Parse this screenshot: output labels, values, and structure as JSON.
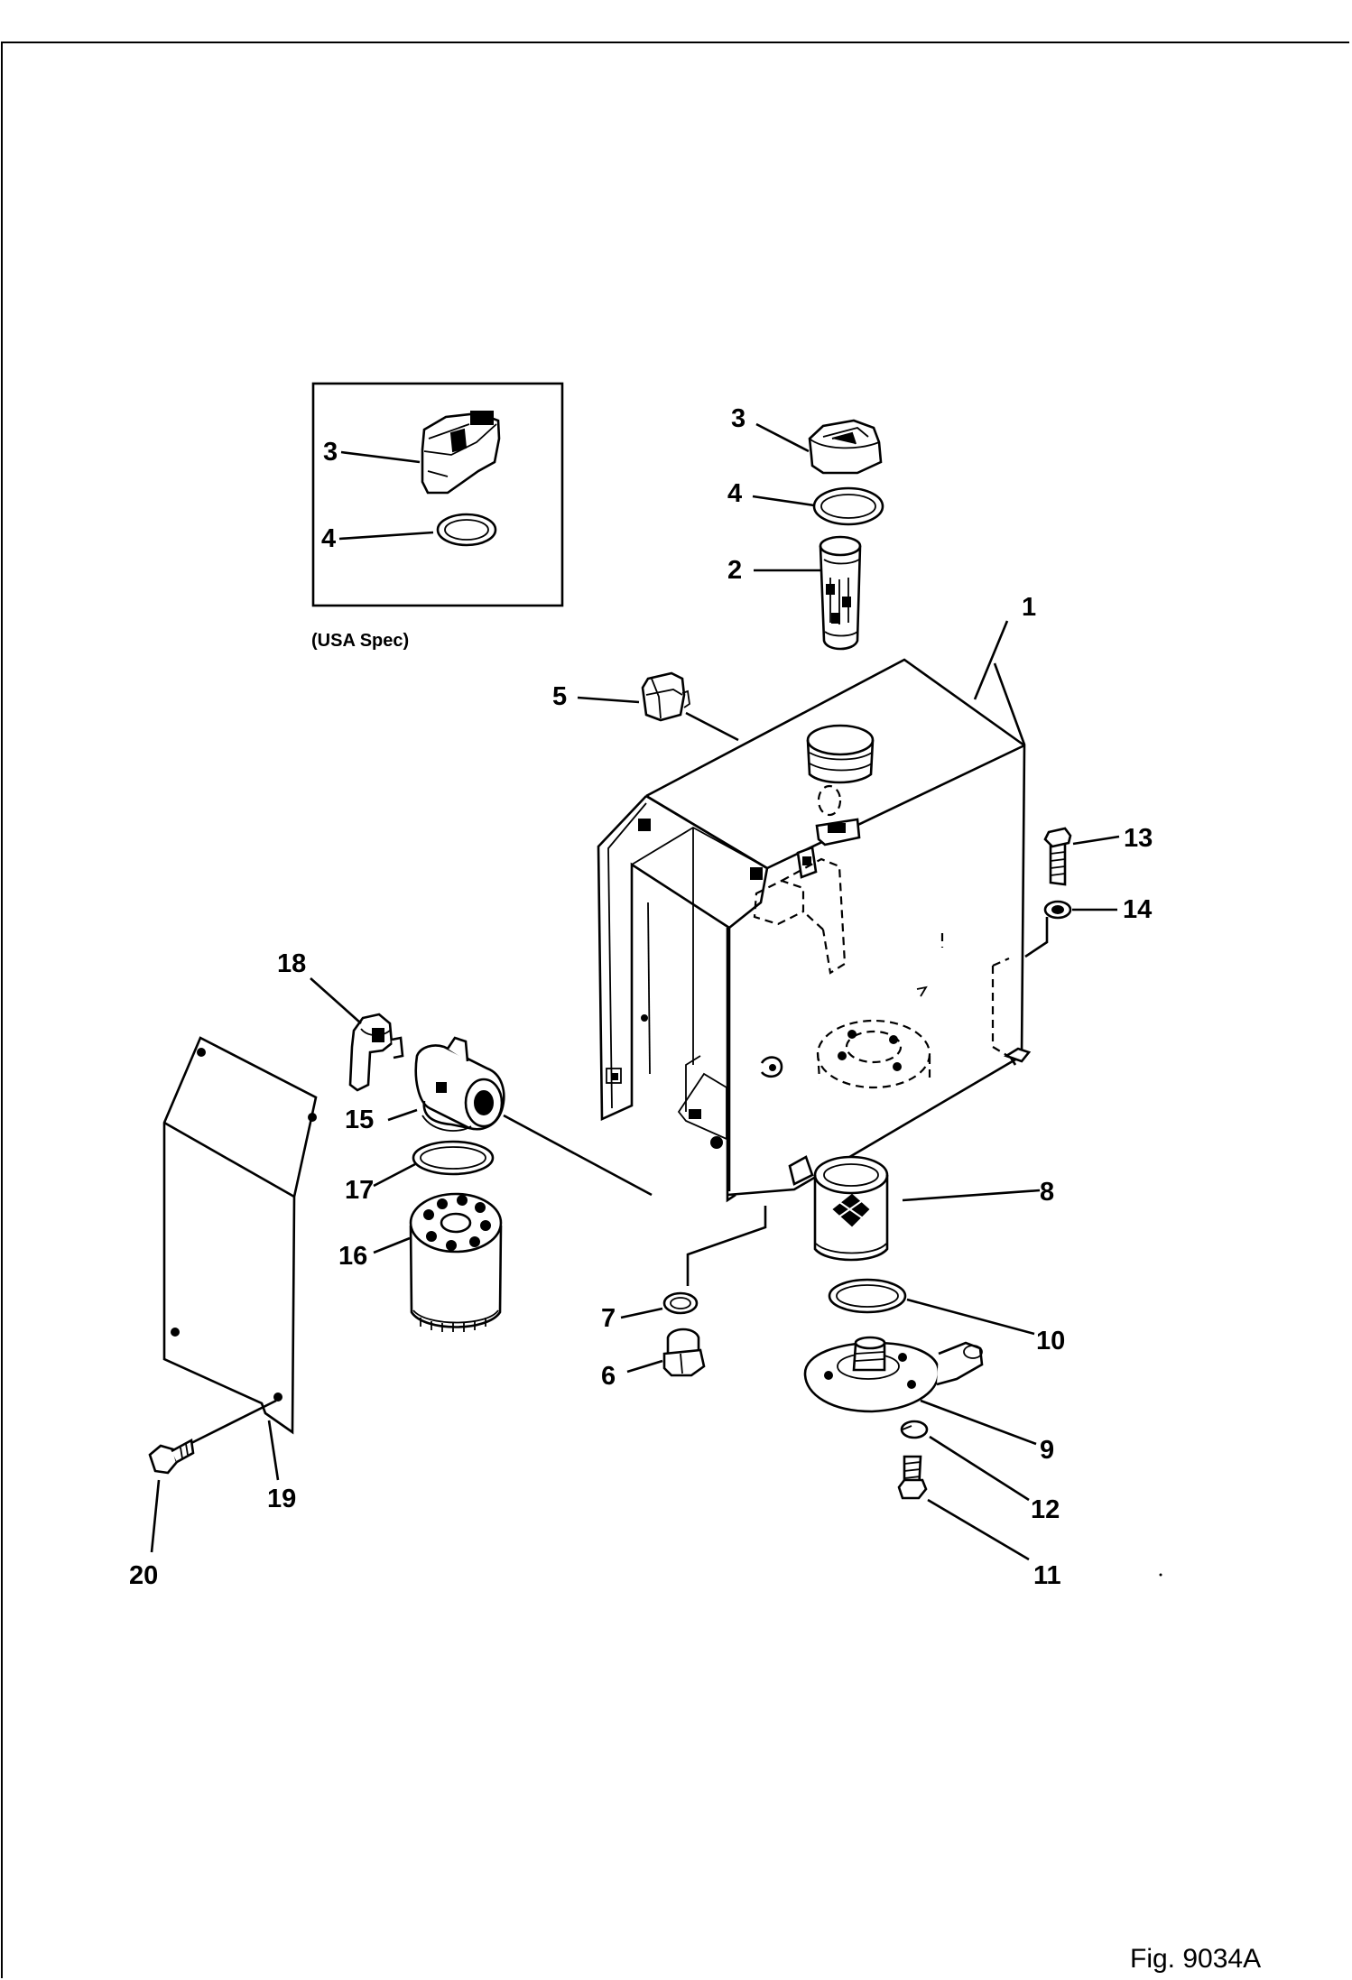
{
  "figure": {
    "caption": "Fig. 9034A",
    "inset_caption": "(USA Spec)"
  },
  "callouts": {
    "c1": "1",
    "c2": "2",
    "c3": "3",
    "c3_inset": "3",
    "c4": "4",
    "c4_inset": "4",
    "c5": "5",
    "c6": "6",
    "c7": "7",
    "c8": "8",
    "c9": "9",
    "c10": "10",
    "c11": "11",
    "c12": "12",
    "c13": "13",
    "c14": "14",
    "c15": "15",
    "c16": "16",
    "c17": "17",
    "c18": "18",
    "c19": "19",
    "c20": "20"
  }
}
